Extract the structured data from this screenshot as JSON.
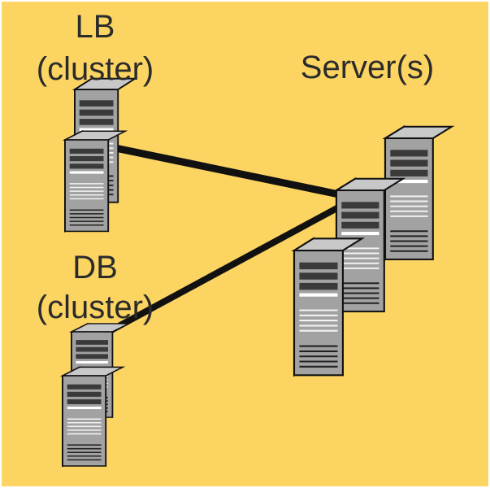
{
  "labels": {
    "lb_title": "LB",
    "lb_sub": "(cluster)",
    "servers": "Server(s)",
    "db_title": "DB",
    "db_sub": "(cluster)"
  },
  "icons": {
    "server": "server-tower-icon",
    "link": "network-link"
  },
  "colors": {
    "background": "#fcd462",
    "server_front": "#9c9c9c",
    "server_side": "#6c6c6c",
    "server_top": "#c8c8c8",
    "outline": "#111111",
    "link": "#111111"
  }
}
